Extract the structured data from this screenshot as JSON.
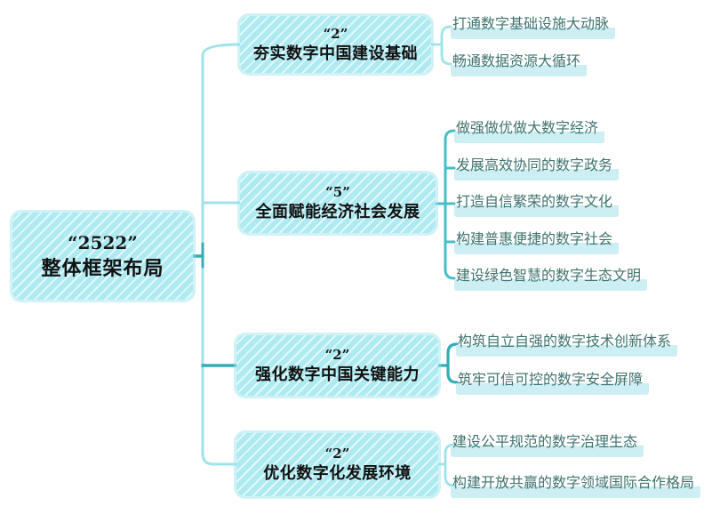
{
  "root": {
    "badge": "“2522”",
    "title": "整体框架布局"
  },
  "branches": [
    {
      "badge": "“2”",
      "title": "夯实数字中国建设基础",
      "children": [
        "打通数字基础设施大动脉",
        "畅通数据资源大循环"
      ]
    },
    {
      "badge": "“5”",
      "title": "全面赋能经济社会发展",
      "children": [
        "做强做优做大数字经济",
        "发展高效协同的数字政务",
        "打造自信繁荣的数字文化",
        "构建普惠便捷的数字社会",
        "建设绿色智慧的数字生态文明"
      ]
    },
    {
      "badge": "“2”",
      "title": "强化数字中国关键能力",
      "children": [
        "构筑自立自强的数字技术创新体系",
        "筑牢可信可控的数字安全屏障"
      ]
    },
    {
      "badge": "“2”",
      "title": "优化数字化发展环境",
      "children": [
        "建设公平规范的数字治理生态",
        "构建开放共赢的数字领域国际合作格局"
      ]
    }
  ],
  "colors": {
    "node_fill": "#aeeaf1",
    "node_text": "#111111",
    "connector_light": "#9fe3ea",
    "connector_medium": "#45bfc7",
    "connector_dark": "#35acb6",
    "leaf_text": "#3f7370",
    "leaf_highlight": "#cdeef2",
    "background": "#ffffff"
  }
}
